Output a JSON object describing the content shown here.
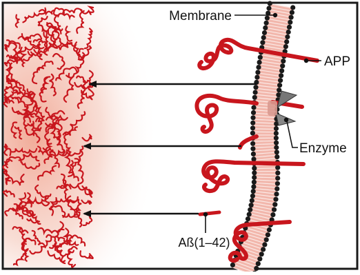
{
  "labels": {
    "membrane": "Membrane",
    "app": "APP",
    "enzyme": "Enzyme",
    "abeta": "Aß(1–42)"
  },
  "colors": {
    "protein": "#c8161d",
    "membrane_bead": "#1a1a1a",
    "membrane_core": "#f2b7ac",
    "plaque_glow": "#f3c4b5",
    "arrow": "#111111",
    "frame": "#1a1a1a",
    "background": "#ffffff"
  },
  "arrows": [
    {
      "name": "arrow-top"
    },
    {
      "name": "arrow-middle"
    },
    {
      "name": "arrow-bottom"
    }
  ]
}
